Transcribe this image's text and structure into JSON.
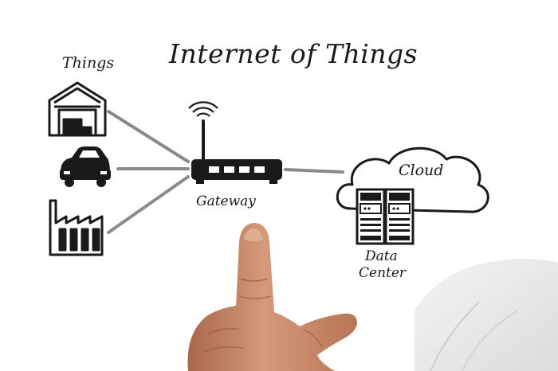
{
  "diagram": {
    "title": "Internet of Things",
    "things_label": "Things",
    "gateway_label": "Gateway",
    "cloud_label": "Cloud",
    "data_center_line1": "Data",
    "data_center_line2": "Center"
  },
  "icons": {
    "warehouse": "warehouse-icon",
    "car": "car-icon",
    "factory": "factory-icon",
    "router": "router-icon",
    "cloud": "cloud-icon",
    "servers": "server-icon",
    "hand": "hand-icon"
  },
  "colors": {
    "ink": "#1a1a1a",
    "connector": "#8a8a8a",
    "skin": "#c98a6a"
  }
}
